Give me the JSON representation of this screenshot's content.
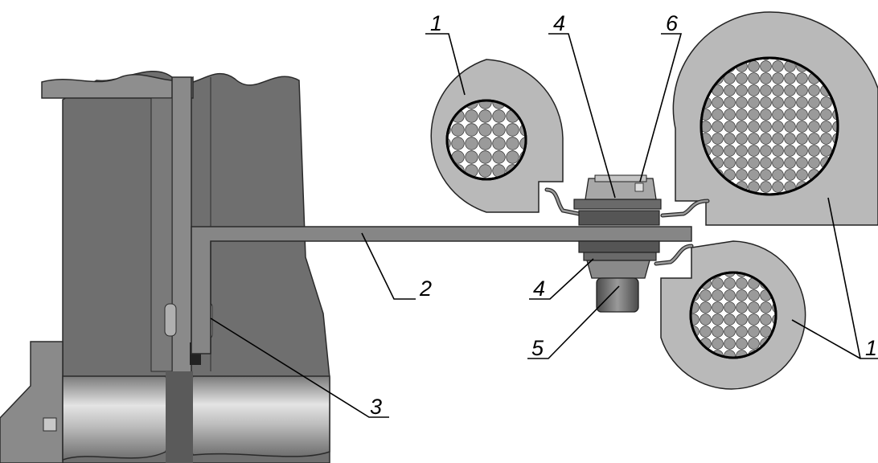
{
  "figure": {
    "callouts": {
      "c1_top_left": "1",
      "c2": "2",
      "c3": "3",
      "c4_top": "4",
      "c4_bottom": "4",
      "c5": "5",
      "c6": "6",
      "c1_right": "1"
    },
    "colors": {
      "background": "#ffffff",
      "steel": "#7d7d7d",
      "steel_dark": "#5a5a5a",
      "cable_sheath": "#b9b9b9",
      "wire": "#9a9a9a",
      "outline": "#000000"
    },
    "icons": [
      "cable-cross-section",
      "bolt",
      "nut",
      "washer",
      "bracket",
      "clip"
    ]
  }
}
